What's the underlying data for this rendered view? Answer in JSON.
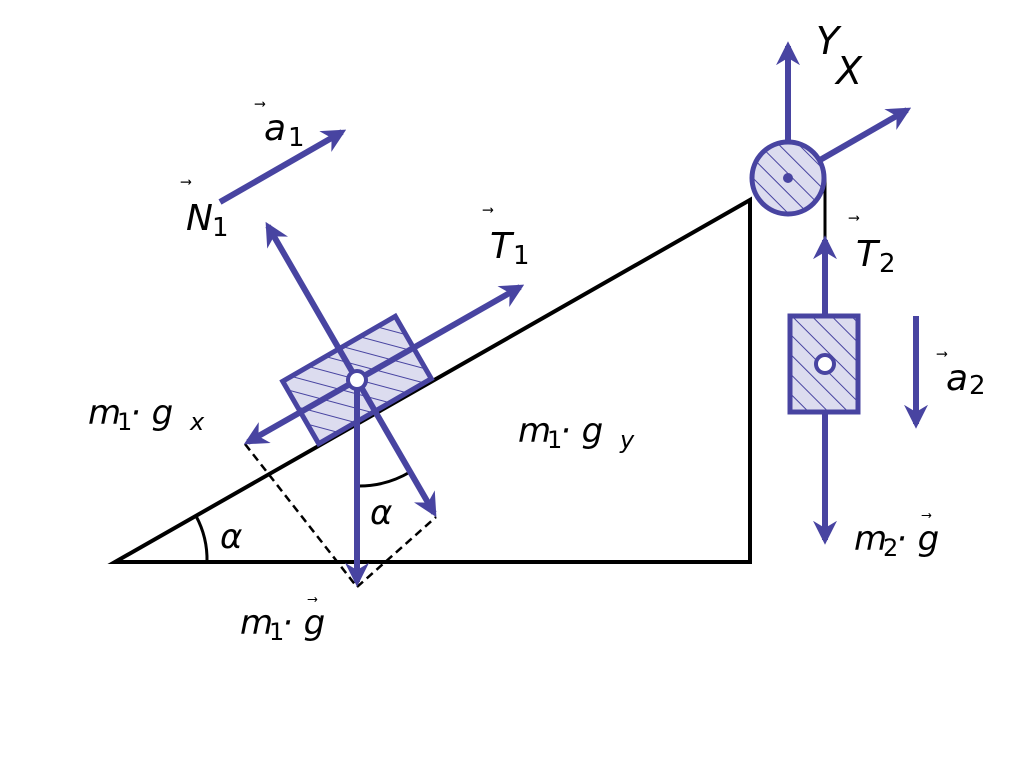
{
  "labels": {
    "a1": "a",
    "a1_sub": "1",
    "N1": "N",
    "N1_sub": "1",
    "T1": "T",
    "T1_sub": "1",
    "T2": "T",
    "T2_sub": "2",
    "a2": "a",
    "a2_sub": "2",
    "Y": "Y",
    "X": "X",
    "m1gx_m": "m",
    "m1gx_sub1": "1",
    "m1gx_dot": " · g",
    "m1gx_sub2": "x",
    "m1gy_m": "m",
    "m1gy_sub1": "1",
    "m1gy_dot": " · g",
    "m1gy_sub2": "y",
    "m1g_m": "m",
    "m1g_sub": "1",
    "m1g_dot": " · g",
    "m2g_m": "m",
    "m2g_sub": "2",
    "m2g_dot": " · g",
    "alpha1": "α",
    "alpha2": "α",
    "vec_arrow": "⃗"
  },
  "colors": {
    "force": "#4844a1",
    "fill": "#dcdcef",
    "line": "#000000"
  }
}
